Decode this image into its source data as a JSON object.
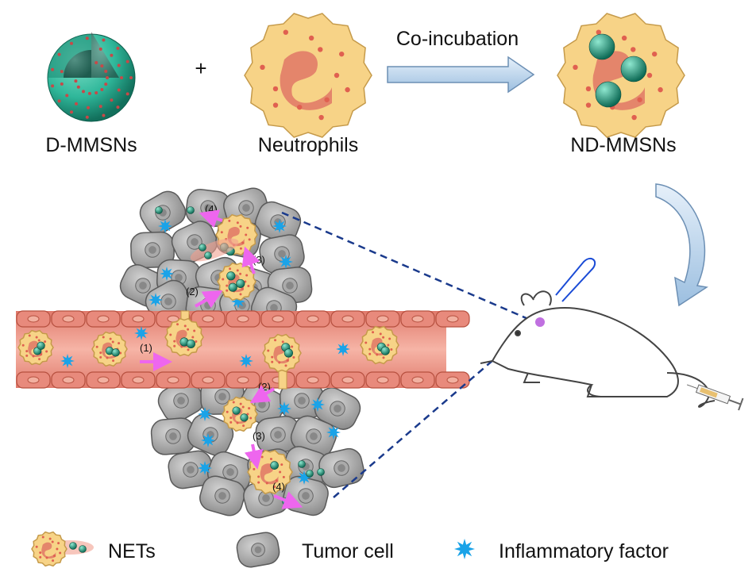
{
  "top": {
    "dmmsns_label": "D-MMSNs",
    "plus": "+",
    "neutrophils_label": "Neutrophils",
    "coincubation_label": "Co-incubation",
    "ndmmsns_label": "ND-MMSNs"
  },
  "steps": {
    "upper": [
      "(1)",
      "(2)",
      "(3)",
      "(4)"
    ],
    "lower": [
      "(2)",
      "(3)",
      "(4)"
    ]
  },
  "legend": {
    "nets": "NETs",
    "tumor_cell": "Tumor cell",
    "inflammatory_factor": "Inflammatory factor"
  },
  "colors": {
    "nanoparticle": "#2fb79a",
    "neutrophil": "#f7d387",
    "vessel": "#e9877a",
    "tumor_cell": "#a9a9a9",
    "inflammatory": "#1aa3e8",
    "arrow": "#ee66ee",
    "dashed_line": "#1a3a8c"
  }
}
